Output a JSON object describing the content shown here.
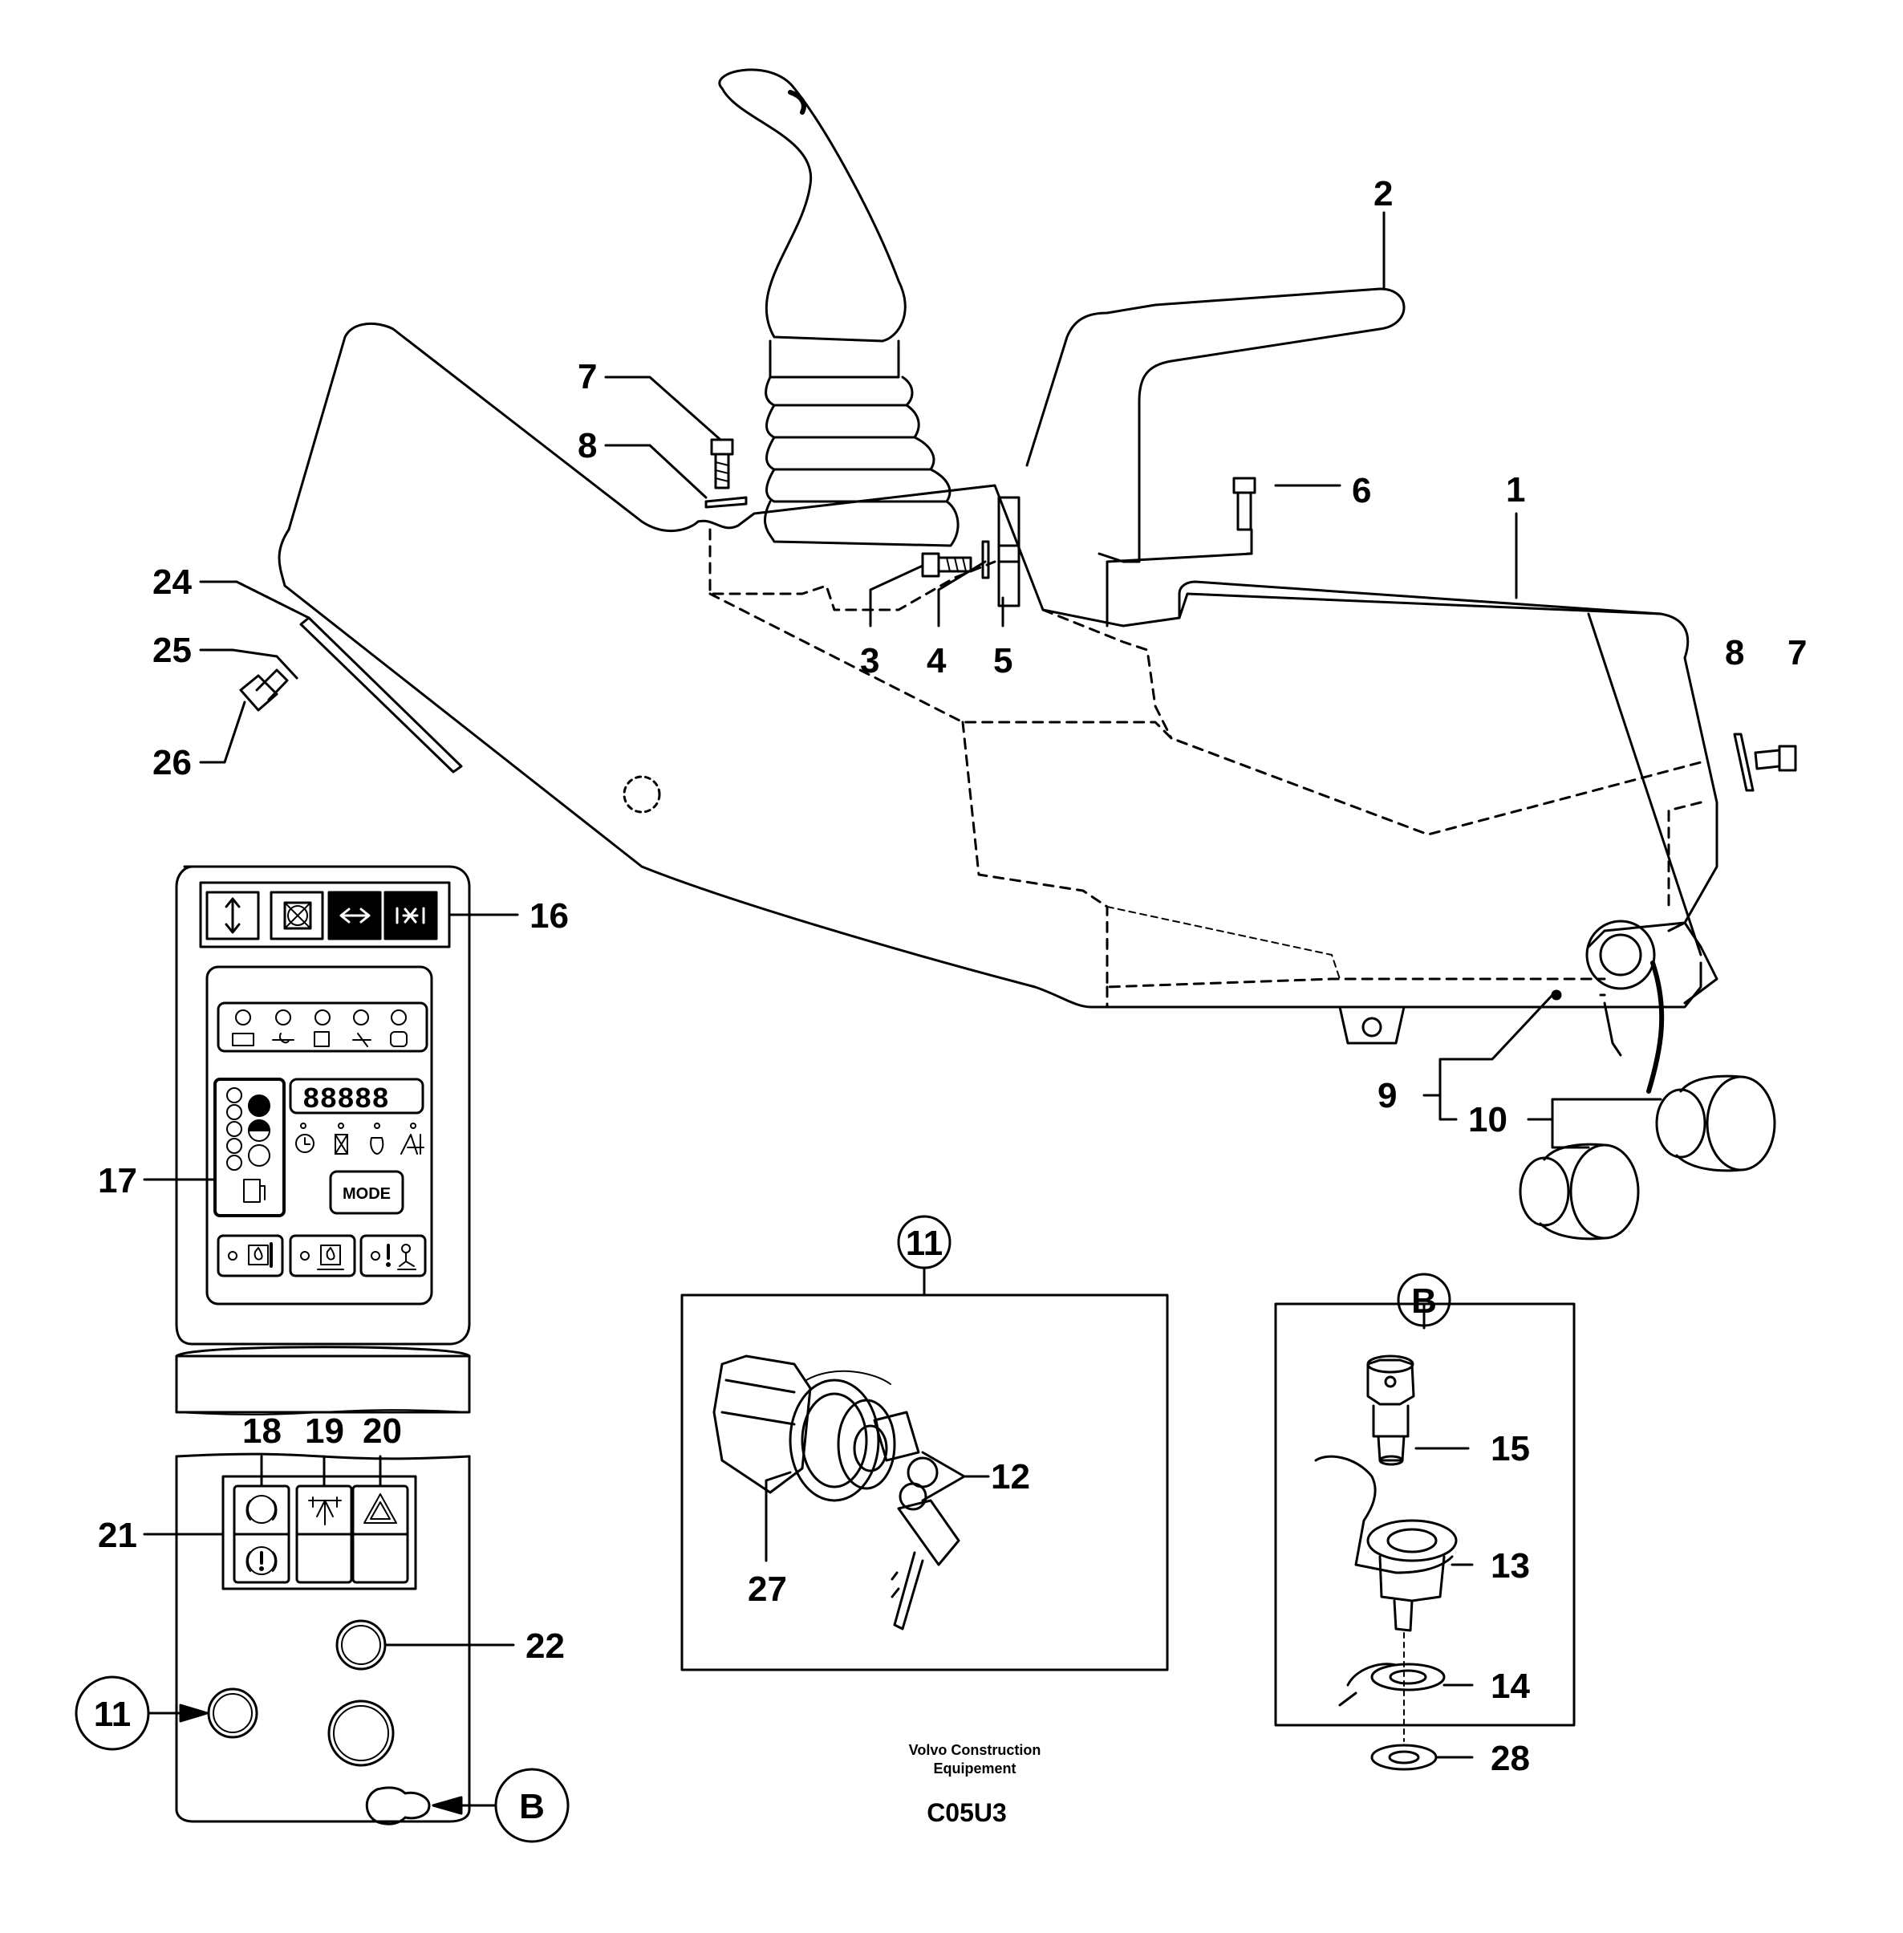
{
  "callouts": {
    "c1": "1",
    "c2": "2",
    "c3": "3",
    "c4": "4",
    "c5": "5",
    "c6": "6",
    "c7a": "7",
    "c7b": "7",
    "c8a": "8",
    "c8b": "8",
    "c9": "9",
    "c10": "10",
    "c12": "12",
    "c13": "13",
    "c14": "14",
    "c15": "15",
    "c16": "16",
    "c17": "17",
    "c18": "18",
    "c19": "19",
    "c20": "20",
    "c21": "21",
    "c22": "22",
    "c24": "24",
    "c25": "25",
    "c26": "26",
    "c27": "27",
    "c28": "28"
  },
  "circled": {
    "detail_11": "11",
    "detail_B": "B",
    "ref_11": "11",
    "ref_B": "B"
  },
  "panel": {
    "mode_label": "MODE",
    "display_value": "88888"
  },
  "footer": {
    "maker_line1": "Volvo Construction",
    "maker_line2": "Equipement",
    "code": "C05U3"
  },
  "icons": [
    "joystick-lever",
    "parking-brake-lever",
    "side-console",
    "screw",
    "washer",
    "bushing",
    "ignition-switch",
    "ignition-keys",
    "lock-cylinder",
    "lock-cam",
    "indicator-lamp",
    "warning-hazard-icon",
    "parking-p-icon"
  ]
}
